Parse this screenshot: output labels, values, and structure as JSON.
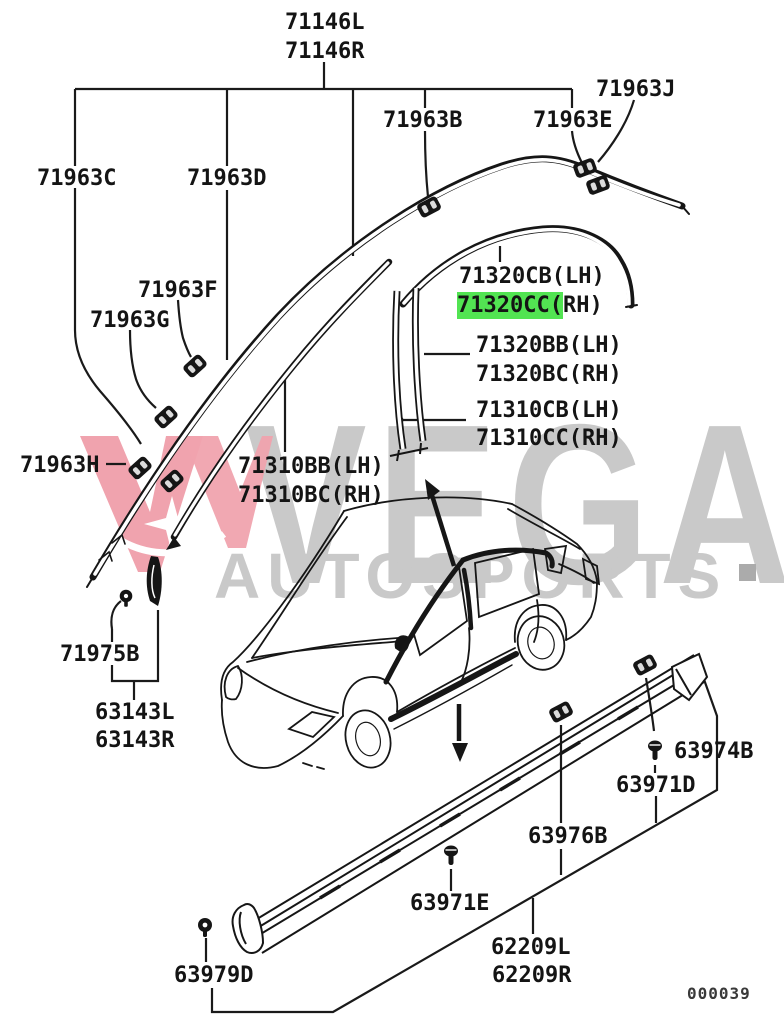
{
  "watermark": {
    "brand": "VEGA",
    "subbrand": "AUTOSPORTS",
    "text_color": "#c9c9c9",
    "logo_color": "#f0a3ae"
  },
  "highlight": {
    "color": "#52e452",
    "highlighted_part": "71320CC"
  },
  "diagram_code": "000039",
  "labels": [
    {
      "text": "71146L"
    },
    {
      "text": "71146R"
    },
    {
      "text": "71963J"
    },
    {
      "text": "71963B"
    },
    {
      "text": "71963E"
    },
    {
      "text": "71963C"
    },
    {
      "text": "71963D"
    },
    {
      "text": "71963F"
    },
    {
      "text": "71963G"
    },
    {
      "text": "71320CB(LH)"
    },
    {
      "text": "71320CC(",
      "rest": "RH)"
    },
    {
      "text": "71320BB(LH)"
    },
    {
      "text": "71320BC(RH)"
    },
    {
      "text": "71310CB(LH)"
    },
    {
      "text": "71310CC(RH)"
    },
    {
      "text": "71963H"
    },
    {
      "text": "71310BB(LH)"
    },
    {
      "text": "71310BC(RH)"
    },
    {
      "text": "71975B"
    },
    {
      "text": "63143L"
    },
    {
      "text": "63143R"
    },
    {
      "text": "63974B"
    },
    {
      "text": "63971D"
    },
    {
      "text": "63976B"
    },
    {
      "text": "63971E"
    },
    {
      "text": "62209L"
    },
    {
      "text": "62209R"
    },
    {
      "text": "63979D"
    }
  ]
}
